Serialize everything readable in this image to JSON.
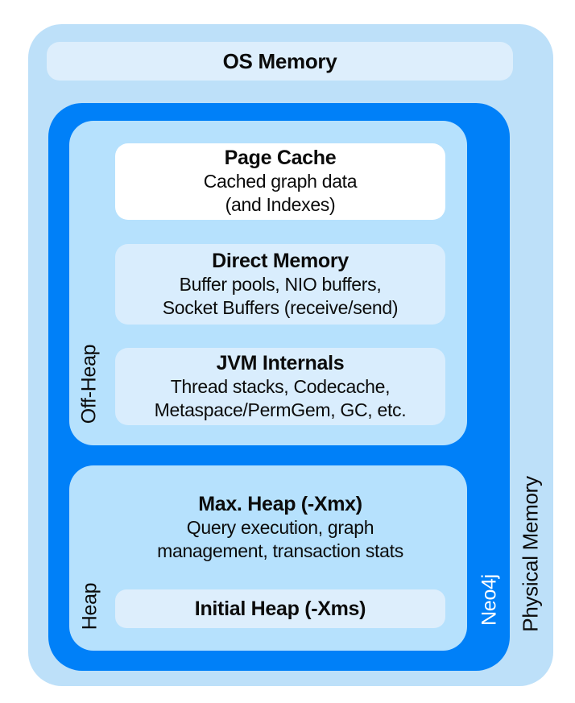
{
  "colors": {
    "outer_bg": "#bde0f9",
    "os_bar_bg": "#ddeefc",
    "neo4j_bg": "#0080f8",
    "region_bg": "#b6e1fd",
    "inner_box_bg": "#d9edfd",
    "page_cache_bg": "#ffffff",
    "initial_heap_bg": "#ddeefc"
  },
  "diagram": {
    "os_memory": {
      "title": "OS Memory"
    },
    "physical_memory_label": "Physical Memory",
    "neo4j_label": "Neo4j",
    "off_heap": {
      "label": "Off-Heap",
      "page_cache": {
        "title": "Page Cache",
        "line1": "Cached graph data",
        "line2": "(and Indexes)"
      },
      "direct_memory": {
        "title": "Direct Memory",
        "line1": "Buffer pools, NIO buffers,",
        "line2": "Socket Buffers (receive/send)"
      },
      "jvm_internals": {
        "title": "JVM Internals",
        "line1": "Thread stacks, Codecache,",
        "line2": "Metaspace/PermGem, GC, etc."
      }
    },
    "heap": {
      "label": "Heap",
      "max_heap": {
        "title": "Max. Heap (-Xmx)",
        "line1": "Query execution, graph",
        "line2": "management, transaction stats"
      },
      "initial_heap": {
        "title": "Initial Heap (-Xms)"
      }
    }
  }
}
